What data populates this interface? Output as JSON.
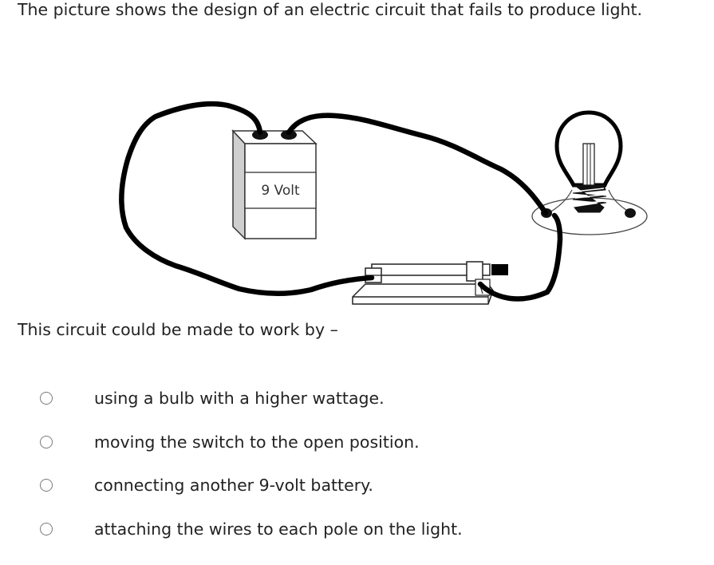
{
  "question": {
    "stem": "The picture shows the design of an electric circuit that fails to produce light.",
    "prompt": "This circuit could be made to work by –"
  },
  "figure": {
    "battery_label": "9 Volt"
  },
  "choices": [
    {
      "label": "using a bulb with a higher wattage.",
      "selected": false
    },
    {
      "label": "moving the switch to the open position.",
      "selected": false
    },
    {
      "label": "connecting another 9-volt battery.",
      "selected": false
    },
    {
      "label": "attaching the wires to each pole on the light.",
      "selected": false
    }
  ]
}
